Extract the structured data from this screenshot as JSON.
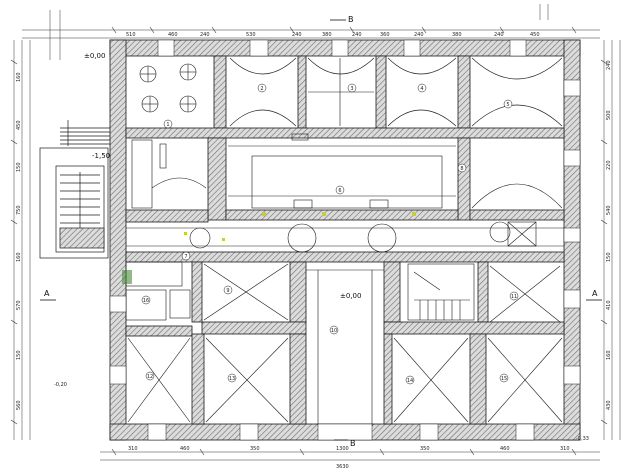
{
  "drawing": {
    "section_top": "B",
    "section_bottom": "B",
    "section_left": "A",
    "section_right": "A",
    "level_top": "±0,00",
    "level_entrance": "±0,00",
    "level_stair": "-1,50",
    "level_left_low": "-0,20",
    "level_right_low": "-0,33"
  },
  "rooms": [
    {
      "id": "r1",
      "number": "1"
    },
    {
      "id": "r2",
      "number": "2"
    },
    {
      "id": "r3",
      "number": "3"
    },
    {
      "id": "r4",
      "number": "4"
    },
    {
      "id": "r5",
      "number": "5"
    },
    {
      "id": "r6",
      "number": "6"
    },
    {
      "id": "r7",
      "number": "7"
    },
    {
      "id": "r8",
      "number": "8"
    },
    {
      "id": "r9",
      "number": "9"
    },
    {
      "id": "r10",
      "number": "10"
    },
    {
      "id": "r11",
      "number": "11"
    },
    {
      "id": "r12",
      "number": "12"
    },
    {
      "id": "r13",
      "number": "13"
    },
    {
      "id": "r14",
      "number": "14"
    },
    {
      "id": "r15",
      "number": "15"
    },
    {
      "id": "r16",
      "number": "16"
    }
  ],
  "dimensions": {
    "top_chain": [
      "510",
      "460",
      "240",
      "530",
      "240",
      "380",
      "240",
      "360",
      "240",
      "380",
      "240",
      "450"
    ],
    "bottom_chain": [
      "310",
      "460",
      "350",
      "1300",
      "350",
      "460",
      "310"
    ],
    "bottom_total": "3630",
    "left_chain": [
      "160",
      "450",
      "150",
      "750",
      "160",
      "570",
      "150",
      "560"
    ],
    "right_chain": [
      "240",
      "500",
      "220",
      "540",
      "150",
      "410",
      "160",
      "430"
    ]
  },
  "colors": {
    "wall_hatch": "#7a7a7a",
    "wall_fill": "#d9d9d9",
    "line": "#1a1a1a",
    "accent_green": "#4a8a3a",
    "accent_yellow": "#c8c84a"
  }
}
